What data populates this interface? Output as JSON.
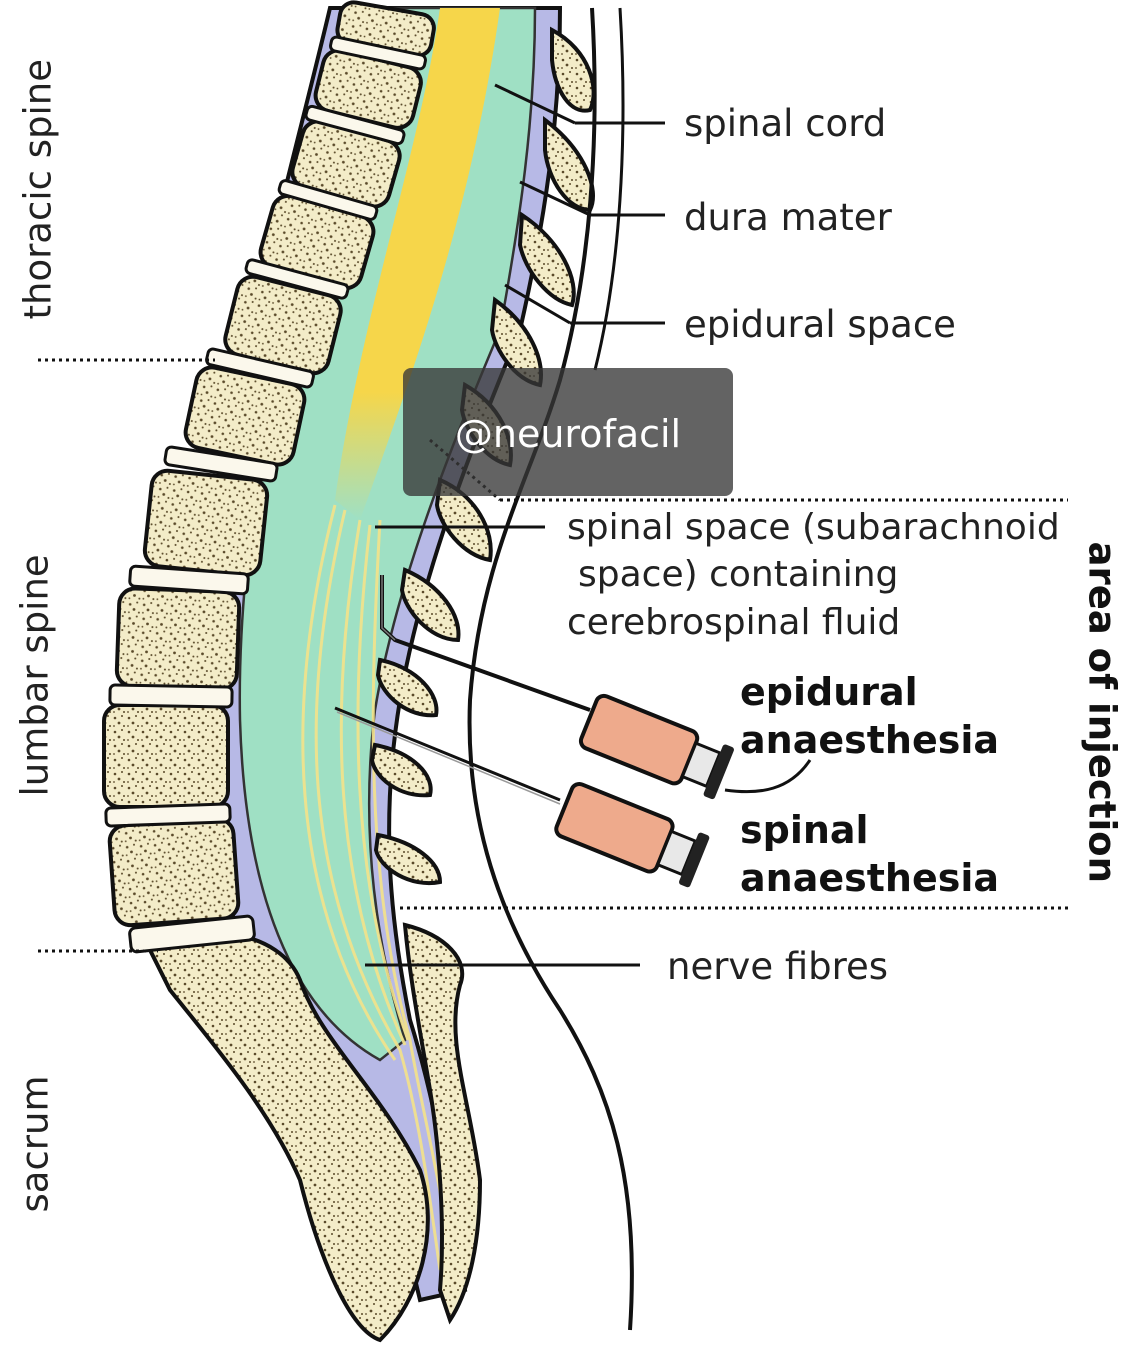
{
  "diagram": {
    "region_labels": {
      "thoracic": "thoracic spine",
      "lumbar": "lumbar spine",
      "sacrum": "sacrum",
      "injection_area": "area of injection"
    },
    "structure_labels": {
      "spinal_cord": "spinal cord",
      "dura_mater": "dura mater",
      "epidural_space": "epidural space",
      "spinal_space_line1": "spinal space (subarachnoid",
      "spinal_space_line2": "space) containing",
      "spinal_space_line3": "cerebrospinal fluid",
      "nerve_fibres": "nerve fibres"
    },
    "procedure_labels": {
      "epidural_line1": "epidural",
      "epidural_line2": "anaesthesia",
      "spinal_line1": "spinal",
      "spinal_line2": "anaesthesia"
    },
    "watermark": "@neurofacil",
    "colors": {
      "bone_fill": "#f3ecc8",
      "bone_speckle": "#5a4a2a",
      "disc_fill": "#fbf8ec",
      "dura": "#b7b9e6",
      "csf": "#9fe0c4",
      "cord": "#f6d64a",
      "syringe": "#eeaa8c",
      "outline": "#111111"
    }
  }
}
